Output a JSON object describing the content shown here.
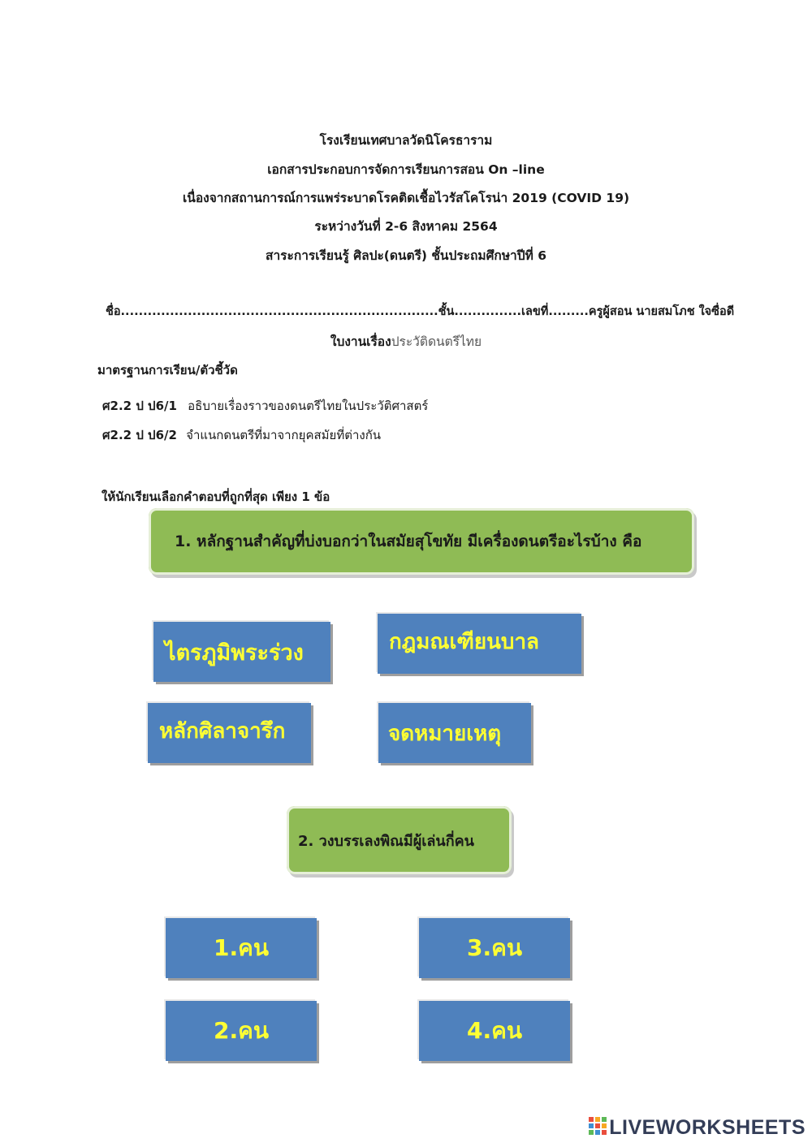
{
  "header": {
    "school": "โรงเรียนเทศบาลวัดนิโครธาราม",
    "doc_title": "เอกสารประกอบการจัดการเรียนการสอน On –line",
    "context": "เนื่องจากสถานการณ์การแพร่ระบาดโรคติดเชื้อไวรัสโคโรน่า 2019 (COVID 19)",
    "date_range": "ระหว่างวันที่ 2-6 สิงหาคม 2564",
    "subject": "สาระการเรียนรู้ ศิลปะ(ดนตรี) ชั้นประถมศึกษาปีที่ 6"
  },
  "student_line": "ชื่อ.......................................................................ชั้น...............เลขที่.........ครูผู้สอน นายสมโภช  ใจซื่อดี",
  "worksheet": {
    "label": "ใบงานเรื่อง",
    "topic": "ประวัติดนตรีไทย"
  },
  "standards": {
    "heading": "มาตรฐานการเรียน/ตัวชี้วัด",
    "items": [
      {
        "code": "ศ2.2 ป ป6/1",
        "text": "อธิบายเรื่องราวของดนตรีไทยในประวัติศาสตร์"
      },
      {
        "code": "ศ2.2 ป ป6/2",
        "text": "จำแนกดนตรีที่มาจากยุคสมัยที่ต่างกัน"
      }
    ]
  },
  "instruction": "ให้นักเรียนเลือกคำตอบที่ถูกที่สุด เพียง 1 ข้อ",
  "question1": {
    "text": "1. หลักฐานสำคัญที่บ่งบอกว่าในสมัยสุโขทัย มีเครื่องดนตรีอะไรบ้าง คือ",
    "options": [
      "ไตรภูมิพระร่วง",
      "กฎมณเฑียนบาล",
      "หลักศิลาจารึก",
      "จดหมายเหตุ"
    ]
  },
  "question2": {
    "text": "2. วงบรรเลงพิณมีผู้เล่นกี่คน",
    "options": [
      "1.คน",
      "3.คน",
      "2.คน",
      "4.คน"
    ]
  },
  "brand": {
    "name": "LIVEWORKSHEETS"
  },
  "colors": {
    "question_bg": "#8fbb55",
    "answer_bg": "#4f81bd",
    "answer_text": "#ffff33"
  }
}
